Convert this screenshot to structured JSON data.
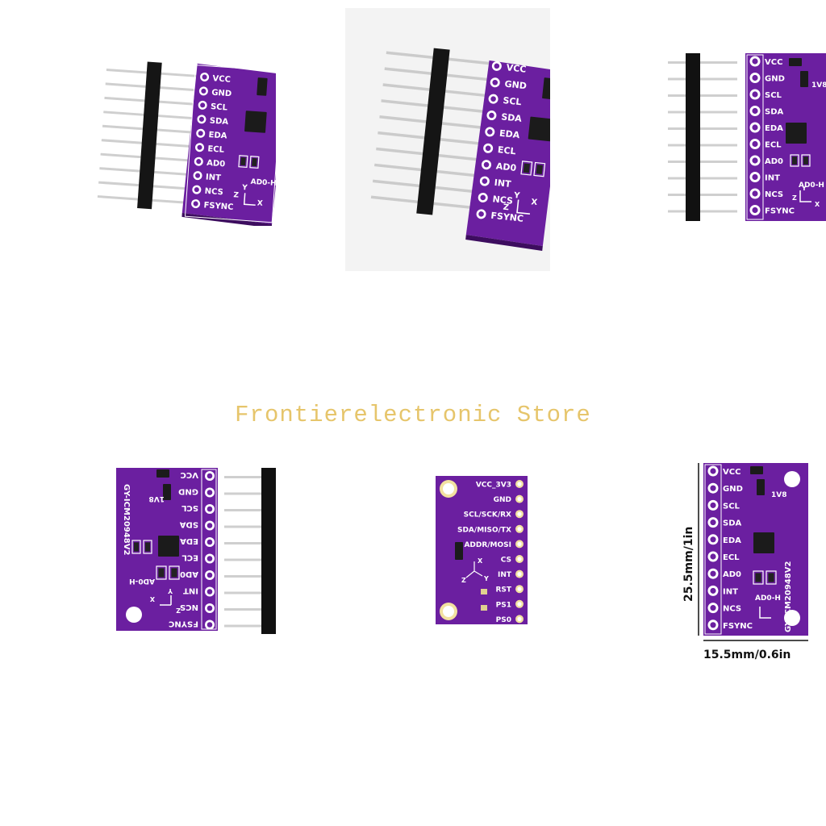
{
  "store_name": "Frontierelectronic Store",
  "colors": {
    "pcb": "#6b1fa0",
    "pcb_dark": "#4e1178",
    "silk": "#ffffff",
    "header": "#1a1a1a",
    "pin": "#cfcfcf",
    "banner": "#e6c56b"
  },
  "board_a": {
    "pins": [
      "VCC",
      "GND",
      "SCL",
      "SDA",
      "EDA",
      "ECL",
      "AD0",
      "INT",
      "NCS",
      "FSYNC"
    ],
    "extra_labels": {
      "v18": "1V8",
      "ad0_h": "AD0-H",
      "axis_y": "Y",
      "axis_z": "Z",
      "axis_x": "X"
    }
  },
  "board_left_model": "GY-ICM20948V2",
  "board_b": {
    "pins": [
      "VCC_3V3",
      "GND",
      "SCL/SCK/RX",
      "SDA/MISO/TX",
      "ADDR/MOSI",
      "CS",
      "INT",
      "RST",
      "PS1",
      "PS0"
    ],
    "axis_x": "X",
    "axis_y": "Y",
    "axis_z": "Z"
  },
  "board_c": {
    "model": "GY-ICM20948V2",
    "dimension_height": "25.5mm/1in",
    "dimension_width": "15.5mm/0.6in"
  }
}
